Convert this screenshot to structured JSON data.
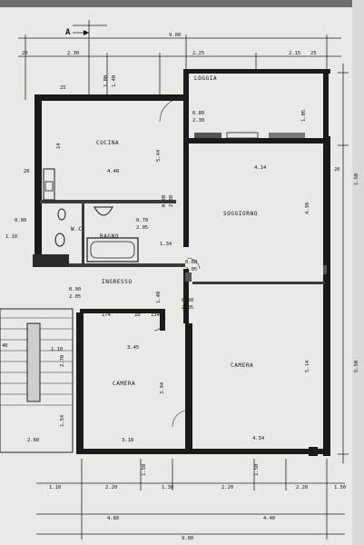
{
  "section_marker": "A",
  "rooms": {
    "loggia": "LOGGIA",
    "cucina": "CUCINA",
    "wc": "W.C.",
    "bagno": "BAGNO",
    "soggiorno": "SOGGIORNO",
    "ingresso": "INGRESSO",
    "camera_left": "CAMERA",
    "camera_right": "CAMERA"
  },
  "dimensions": {
    "top_total": "9.00",
    "top_20": "20",
    "top_230": "2.30",
    "top_180": "1.80",
    "top_140": "1.40",
    "top_225": "2.25",
    "top_215": "2.15",
    "top_25": "25",
    "cucina_width": "4.48",
    "cucina_depth": "5.44",
    "loggia_080": "0.80",
    "loggia_230": "2.30",
    "loggia_105": "1.05",
    "soggiorno_width": "4.14",
    "soggiorno_depth": "4.38",
    "right_total": "1.50",
    "d_020": "0.20",
    "d_220": "2.20",
    "wc_090": "0.90",
    "wc_110": "1.10",
    "bagno_070": "0.70",
    "bagno_205": "2.05",
    "bagno_134": "1.34",
    "ingresso_090": "0.90",
    "ingresso_205": "2.05",
    "ingresso_140": "1.40",
    "door_060": "0.60",
    "door_205": "2.05",
    "door2_080": "0.80",
    "door2_205": "2.05",
    "n_174": "174",
    "n_10": "10",
    "n_134": "134",
    "camera_l_width": "3.45",
    "camera_l_depth": "3.94",
    "camera_l_bottom": "3.18",
    "camera_r_depth": "5.14",
    "camera_r_bottom": "4.54",
    "right_550": "5.50",
    "stair_40": "40",
    "stair_110": "1.10",
    "stair_270": "2.70",
    "stair_154": "1.54",
    "left_260": "2.60",
    "bot_110": "1.10",
    "bot_220a": "2.20",
    "bot_150a": "1.50",
    "bot_130": "1.30",
    "bot_220b": "2.20",
    "bot_150b": "1.50",
    "bot_220c": "2.20",
    "bot_150c": "1.50",
    "bot_480": "4.80",
    "bot_440": "4.40",
    "bot_900": "9.00",
    "left_14": "14",
    "left_26": "26",
    "right_26": "26"
  }
}
